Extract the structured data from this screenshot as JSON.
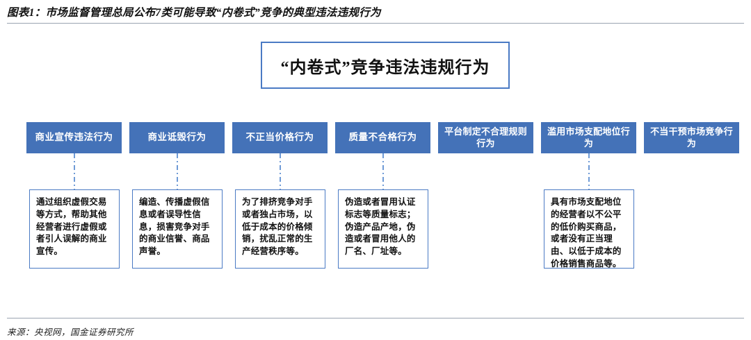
{
  "figure": {
    "title": "图表1：市场监督管理总局公布7类可能导致“内卷式”竞争的典型违法违规行为",
    "source": "来源：央视网，国金证券研究所",
    "accent_color": "#4472b8",
    "border_color": "#4a7ac4",
    "connector_color": "#6e9ad6"
  },
  "chart_data": {
    "type": "diagram",
    "title": "图表1：市场监督管理总局公布7类可能导致“内卷式”竞争的典型违法违规行为",
    "root": "“内卷式”竞争违法违规行为",
    "nodes": [
      {
        "id": 1,
        "category": "商业宣传违法行为",
        "description": "通过组织虚假交易等方式，帮助其他经营者进行虚假或者引人误解的商业宣传。",
        "has_description": true
      },
      {
        "id": 2,
        "category": "商业诋毁行为",
        "description": "编造、传播虚假信息或者误导性信息，损害竞争对手的商业信誉、商品声誉。",
        "has_description": true
      },
      {
        "id": 3,
        "category": "不正当价格行为",
        "description": "为了排挤竞争对手或者独占市场，以低于成本的价格倾销，扰乱正常的生产经营秩序等。",
        "has_description": true
      },
      {
        "id": 4,
        "category": "质量不合格行为",
        "description": "伪造或者冒用认证标志等质量标志；伪造产品产地，伪造或者冒用他人的厂名、厂址等。",
        "has_description": true
      },
      {
        "id": 5,
        "category": "平台制定不合理规则行为",
        "description": "",
        "has_description": false
      },
      {
        "id": 6,
        "category": "滥用市场支配地位行为",
        "description": "具有市场支配地位的经营者以不公平的低价购买商品，或者没有正当理由、以低于成本的价格销售商品等。",
        "has_description": true
      },
      {
        "id": 7,
        "category": "不当干预市场竞争行为",
        "description": "",
        "has_description": false
      }
    ]
  }
}
